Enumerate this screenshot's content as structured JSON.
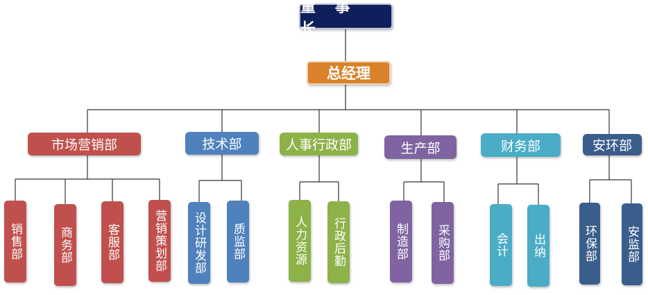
{
  "chairman": "董 事 长",
  "general_manager": "总经理",
  "departments": [
    {
      "name": "市场营销部",
      "color": "#c0504d",
      "subs": [
        "销售部",
        "商务部",
        "客服部",
        "营销策划部"
      ]
    },
    {
      "name": "技术部",
      "color": "#4f81bd",
      "subs": [
        "设计研发部",
        "质监部"
      ]
    },
    {
      "name": "人事行政部",
      "color": "#8db248",
      "subs": [
        "人力资源",
        "行政后勤"
      ]
    },
    {
      "name": "生产部",
      "color": "#8064a2",
      "subs": [
        "制造部",
        "采购部"
      ]
    },
    {
      "name": "财务部",
      "color": "#4bacc6",
      "subs": [
        "会计",
        "出纳"
      ]
    },
    {
      "name": "安环部",
      "color": "#3a5e8c",
      "subs": [
        "环保部",
        "安监部"
      ]
    }
  ],
  "colors": {
    "chairman": "#0f1f5c",
    "general_manager": "#d9822b",
    "line": "#333333"
  }
}
